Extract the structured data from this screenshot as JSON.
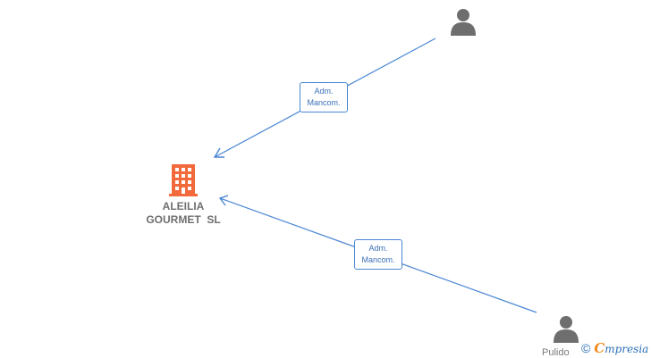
{
  "company": {
    "name": "ALEILIA\nGOURMET  SL",
    "icon": "building-icon",
    "icon_color": "#f26a3b"
  },
  "persons": [
    {
      "id": "top",
      "label": "",
      "icon": "person-icon"
    },
    {
      "id": "bottom",
      "label": "Pulido",
      "icon": "person-icon"
    }
  ],
  "relations": [
    {
      "line1": "Adm.",
      "line2": "Mancom."
    },
    {
      "line1": "Adm.",
      "line2": "Mancom."
    }
  ],
  "footer": {
    "copyright_symbol": "©",
    "brand_first": "C",
    "brand_rest": "mpresia"
  },
  "colors": {
    "edge": "#4a86d4",
    "person": "#6e6e6e",
    "text": "#6f6f6f",
    "brand": "#2a6fb5",
    "brand_accent": "#f08a1c"
  }
}
